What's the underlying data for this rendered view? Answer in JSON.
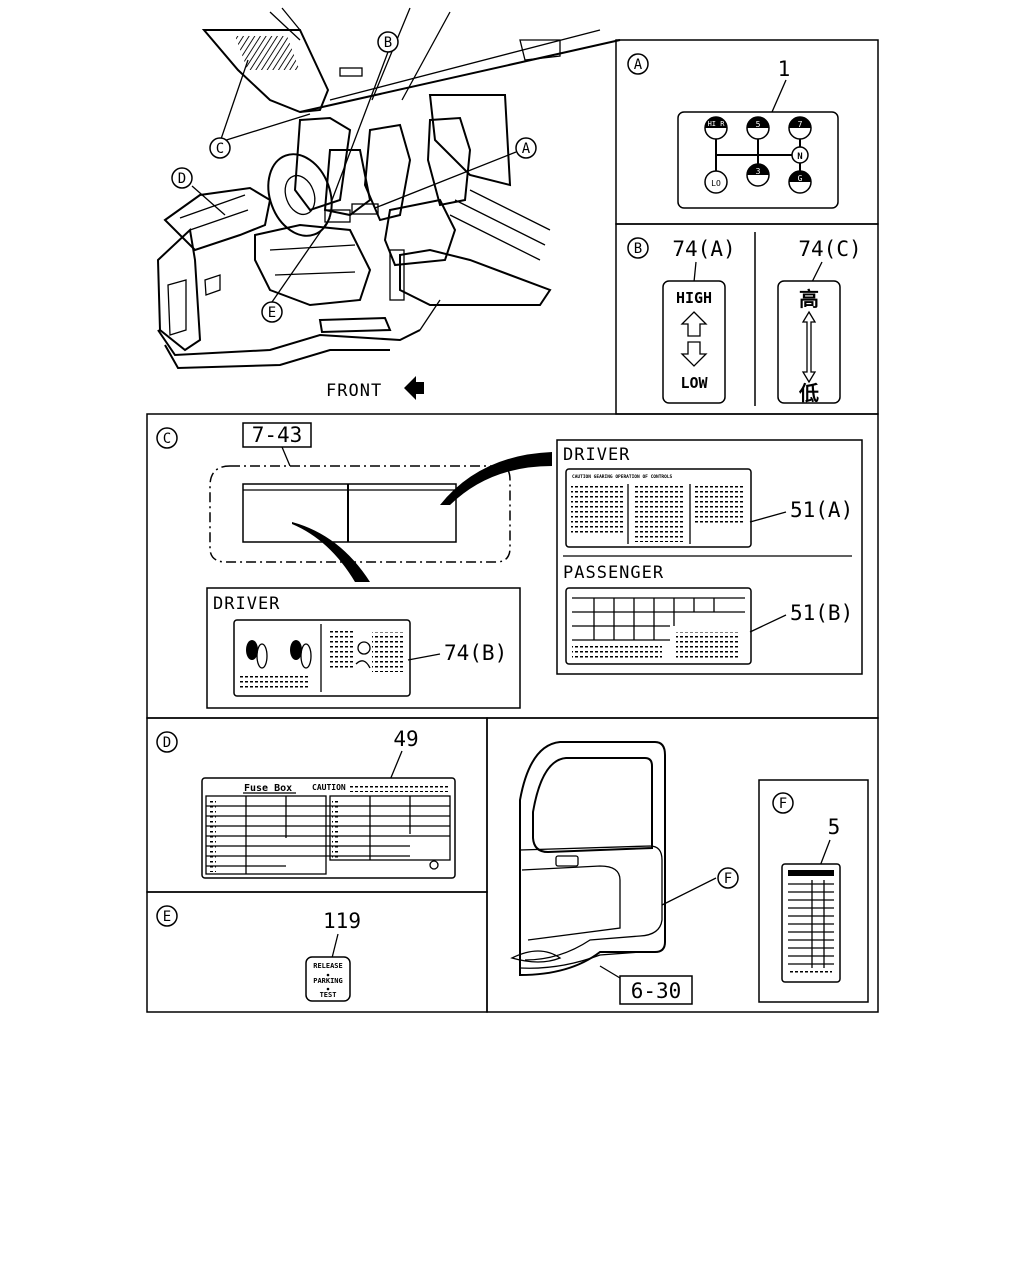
{
  "callouts": {
    "a": "A",
    "b": "B",
    "c": "C",
    "d": "D",
    "e": "E",
    "f": "F"
  },
  "overview": {
    "front_label": "FRONT"
  },
  "panel_a": {
    "part_no": "1",
    "knobs": [
      "HI R",
      "LO",
      "5",
      "3",
      "7",
      "N",
      "G"
    ]
  },
  "panel_b": {
    "left_part": "74(A)",
    "right_part": "74(C)",
    "high": "HIGH",
    "low": "LOW",
    "jp_high": "高",
    "jp_low": "低"
  },
  "panel_c": {
    "ref": "7-43",
    "driver_heading_right": "DRIVER",
    "driver_heading_left": "DRIVER",
    "passenger_heading": "PASSENGER",
    "label_51a": "51(A)",
    "label_51b": "51(B)",
    "label_74b": "74(B)",
    "small_title": "CAUTION GEARING OPERATION OF CONTROLS"
  },
  "panel_d": {
    "part_no": "49",
    "fuse_title": "Fuse Box",
    "caution": "CAUTION"
  },
  "panel_e": {
    "part_no": "119",
    "switch_lines": [
      "RELEASE",
      "PARKING",
      "TEST"
    ]
  },
  "panel_door": {
    "ref": "6-30"
  },
  "panel_f": {
    "part_no": "5"
  }
}
